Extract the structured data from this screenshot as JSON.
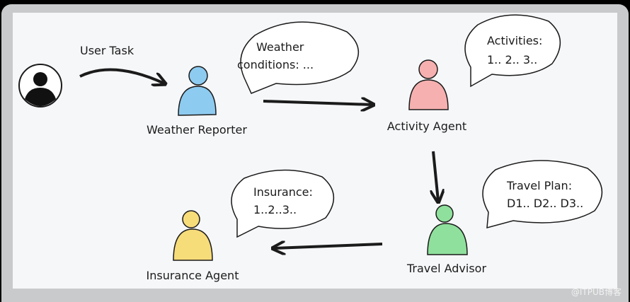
{
  "user_task_label": "User Task",
  "agents": {
    "weather": {
      "label": "Weather Reporter",
      "color": "#8ecbf0"
    },
    "activity": {
      "label": "Activity Agent",
      "color": "#f6b0b0"
    },
    "travel": {
      "label": "Travel Advisor",
      "color": "#8fe09c"
    },
    "insurance": {
      "label": "Insurance Agent",
      "color": "#f7dc7a"
    }
  },
  "bubbles": {
    "weather": [
      "Weather",
      "conditions: ..."
    ],
    "activity": [
      "Activities:",
      "1.. 2.. 3.."
    ],
    "travel": [
      "Travel Plan:",
      "D1.. D2.. D3.."
    ],
    "insurance": [
      "Insurance:",
      "1..2..3.."
    ]
  },
  "watermark": "@ITPUB博客"
}
